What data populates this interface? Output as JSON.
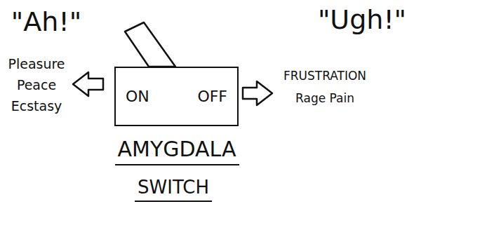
{
  "diagram": {
    "nodes": [
      {
        "text": [
          "ON",
          "OFF"
        ]
      }
    ],
    "labels": [
      "\"Ah!\"",
      "Pleasure Peace Ecstasy",
      "\"Ugh!\"",
      "FRUSTRATION Rage Pain",
      "AMYGDALA",
      "SWITCH"
    ]
  }
}
